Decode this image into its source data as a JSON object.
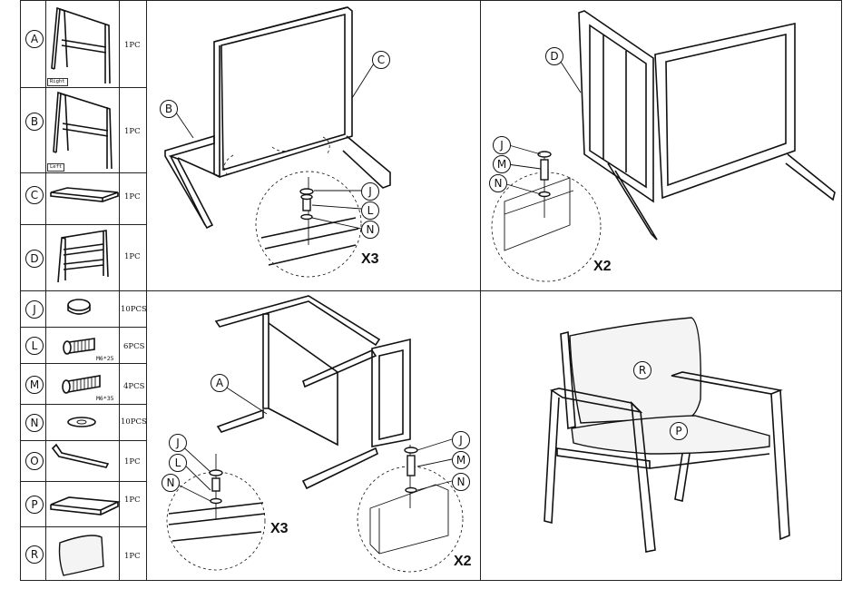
{
  "parts": [
    {
      "letter": "A",
      "qty": "1PC",
      "tag": "Right"
    },
    {
      "letter": "B",
      "qty": "1PC",
      "tag": "Left"
    },
    {
      "letter": "C",
      "qty": "1PC"
    },
    {
      "letter": "D",
      "qty": "1PC"
    },
    {
      "letter": "J",
      "qty": "10PCS"
    },
    {
      "letter": "L",
      "qty": "6PCS",
      "size": "M6*25"
    },
    {
      "letter": "M",
      "qty": "4PCS",
      "size": "M6*35"
    },
    {
      "letter": "N",
      "qty": "10PCS"
    },
    {
      "letter": "O",
      "qty": "1PC"
    },
    {
      "letter": "P",
      "qty": "1PC"
    },
    {
      "letter": "R",
      "qty": "1PC"
    }
  ],
  "step1": {
    "callouts": [
      "B",
      "C",
      "J",
      "L",
      "N"
    ],
    "multiplier": "X3"
  },
  "step2": {
    "callouts": [
      "D",
      "J",
      "M",
      "N"
    ],
    "multiplier": "X2"
  },
  "step3": {
    "callouts": [
      "A",
      "J",
      "L",
      "N",
      "J",
      "M",
      "N"
    ],
    "multiplier_left": "X3",
    "multiplier_right": "X2"
  },
  "step4": {
    "callouts": [
      "R",
      "P"
    ]
  }
}
